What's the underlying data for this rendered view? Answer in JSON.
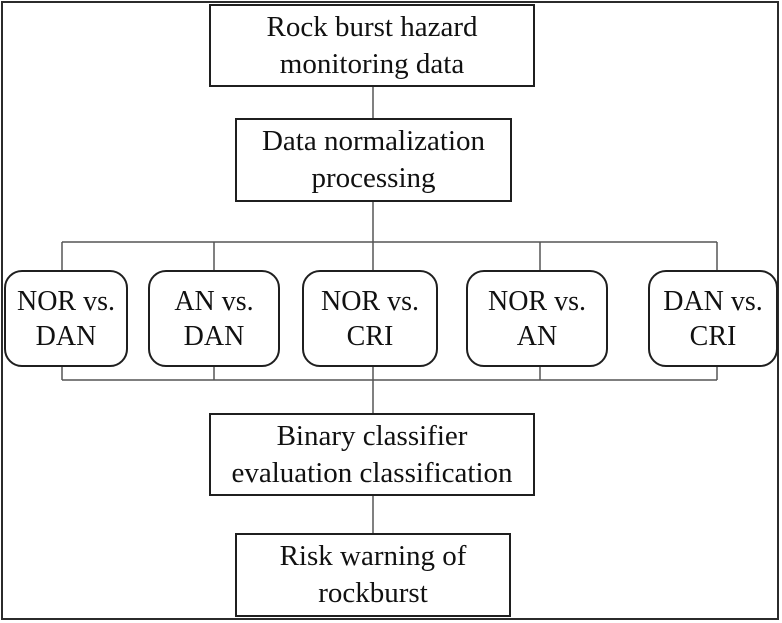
{
  "diagram": {
    "nodes": {
      "top": [
        "Rock burst hazard",
        "monitoring data"
      ],
      "normalize": [
        "Data normalization",
        "processing"
      ],
      "pairs": [
        [
          "NOR vs.",
          "DAN"
        ],
        [
          "AN vs.",
          "DAN"
        ],
        [
          "NOR vs.",
          "CRI"
        ],
        [
          "NOR vs.",
          "AN"
        ],
        [
          "DAN vs.",
          "CRI"
        ]
      ],
      "classifier": [
        "Binary classifier",
        "evaluation classification"
      ],
      "warning": [
        "Risk warning of",
        "rockburst"
      ]
    },
    "colors": {
      "stroke": "#1f1f1f",
      "connector": "#555555",
      "text": "#111111"
    }
  }
}
